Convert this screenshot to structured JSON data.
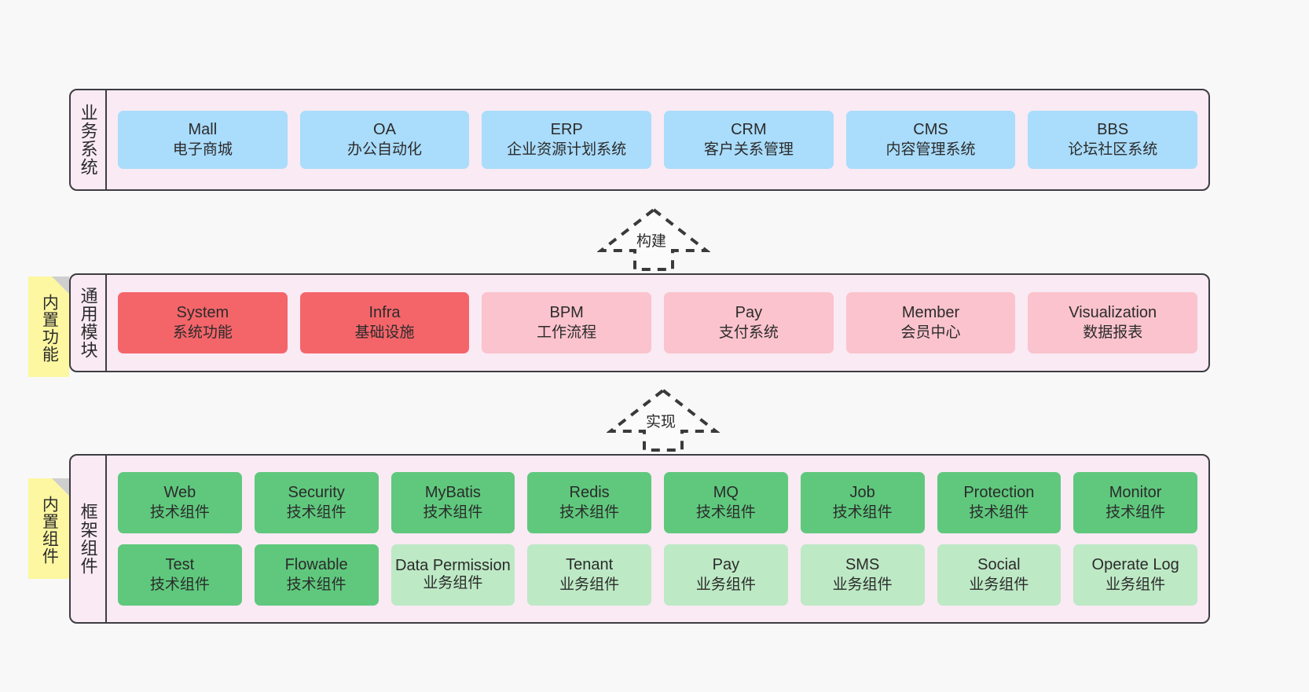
{
  "diagram": {
    "background": "#f8f8f8",
    "colors": {
      "band": "#f9eaf4",
      "band_border": "#3d3d42",
      "blue": "#aadcfb",
      "red": "#f4656a",
      "pink": "#fbc3cd",
      "green": "#5fc87d",
      "light_green": "#bde9c5",
      "note_yellow": "#fcf7a0",
      "note_fold": "#cfcfcf",
      "arrow_stroke": "#3a3a3a"
    },
    "notes": [
      {
        "label": "内置功能"
      },
      {
        "label": "内置组件"
      }
    ],
    "connectors": [
      {
        "label": "构建",
        "direction": "up",
        "style": "dashed-hollow-arrow"
      },
      {
        "label": "实现",
        "direction": "up",
        "style": "dashed-hollow-arrow"
      }
    ],
    "layers": [
      {
        "id": "business",
        "title": "业务系统",
        "rows": [
          [
            {
              "en": "Mall",
              "cn": "电子商城",
              "color": "blue"
            },
            {
              "en": "OA",
              "cn": "办公自动化",
              "color": "blue"
            },
            {
              "en": "ERP",
              "cn": "企业资源计划系统",
              "color": "blue"
            },
            {
              "en": "CRM",
              "cn": "客户关系管理",
              "color": "blue"
            },
            {
              "en": "CMS",
              "cn": "内容管理系统",
              "color": "blue"
            },
            {
              "en": "BBS",
              "cn": "论坛社区系统",
              "color": "blue"
            }
          ]
        ]
      },
      {
        "id": "common-modules",
        "title": "通用模块",
        "rows": [
          [
            {
              "en": "System",
              "cn": "系统功能",
              "color": "red"
            },
            {
              "en": "Infra",
              "cn": "基础设施",
              "color": "red"
            },
            {
              "en": "BPM",
              "cn": "工作流程",
              "color": "pink"
            },
            {
              "en": "Pay",
              "cn": "支付系统",
              "color": "pink"
            },
            {
              "en": "Member",
              "cn": "会员中心",
              "color": "pink"
            },
            {
              "en": "Visualization",
              "cn": "数据报表",
              "color": "pink"
            }
          ]
        ]
      },
      {
        "id": "framework-components",
        "title": "框架组件",
        "rows": [
          [
            {
              "en": "Web",
              "cn": "技术组件",
              "color": "green"
            },
            {
              "en": "Security",
              "cn": "技术组件",
              "color": "green"
            },
            {
              "en": "MyBatis",
              "cn": "技术组件",
              "color": "green"
            },
            {
              "en": "Redis",
              "cn": "技术组件",
              "color": "green"
            },
            {
              "en": "MQ",
              "cn": "技术组件",
              "color": "green"
            },
            {
              "en": "Job",
              "cn": "技术组件",
              "color": "green"
            },
            {
              "en": "Protection",
              "cn": "技术组件",
              "color": "green"
            },
            {
              "en": "Monitor",
              "cn": "技术组件",
              "color": "green"
            }
          ],
          [
            {
              "en": "Test",
              "cn": "技术组件",
              "color": "green"
            },
            {
              "en": "Flowable",
              "cn": "技术组件",
              "color": "green"
            },
            {
              "en": "Data Permission",
              "cn": "业务组件",
              "color": "light_green"
            },
            {
              "en": "Tenant",
              "cn": "业务组件",
              "color": "light_green"
            },
            {
              "en": "Pay",
              "cn": "业务组件",
              "color": "light_green"
            },
            {
              "en": "SMS",
              "cn": "业务组件",
              "color": "light_green"
            },
            {
              "en": "Social",
              "cn": "业务组件",
              "color": "light_green"
            },
            {
              "en": "Operate Log",
              "cn": "业务组件",
              "color": "light_green"
            }
          ]
        ]
      }
    ]
  }
}
